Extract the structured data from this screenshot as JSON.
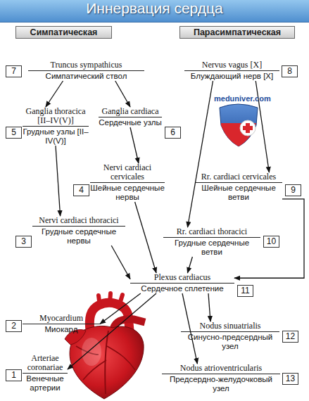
{
  "diagram": {
    "title": "Иннервация сердца",
    "nodes": [
      {
        "text": [
          "Симпатическая"
        ]
      },
      {
        "text": [
          "Парасимпатическая"
        ]
      },
      {
        "text": [
          "Truncus sympathicus",
          "Симпатический ствол"
        ]
      },
      {
        "text": [
          "Nervus vagus [X]",
          "Блуждающий нерв [X]"
        ]
      },
      {
        "text": [
          "Ganglia thoracica [II–IV(V)]",
          "Грудные узлы [II–IV(V)]"
        ]
      },
      {
        "text": [
          "Ganglia cardiaca",
          "Сердечные узлы"
        ]
      },
      {
        "text": [
          "Nervi cardiaci cervicales",
          "Шейные сердечные нервы"
        ]
      },
      {
        "text": [
          "Rr. cardiaci cervicales",
          "Шейные сердечные ветви"
        ]
      },
      {
        "text": [
          "Nervi cardiaci thoracici",
          "Грудные сердечные нервы"
        ]
      },
      {
        "text": [
          "Rr. cardiaci thoracici",
          "Грудные сердечные ветви"
        ]
      },
      {
        "text": [
          "Plexus cardiacus",
          "Сердечное сплетение"
        ]
      },
      {
        "text": [
          "Myocardium",
          "Миокард"
        ]
      },
      {
        "text": [
          "Nodus sinuatrialis",
          "Синусно-предсердный узел"
        ]
      },
      {
        "text": [
          "Arteriae coronariae",
          "Венечные артерии"
        ]
      },
      {
        "text": [
          "Nodus atrioventricularis",
          "Предсердно-желудочковый узел"
        ]
      }
    ],
    "edges": [
      {
        "from": 2,
        "to": 4,
        "arrow": "to"
      },
      {
        "from": 2,
        "to": 5,
        "arrow": "to"
      },
      {
        "from": 4,
        "to": 8,
        "arrow": "to"
      },
      {
        "from": 5,
        "to": 6,
        "arrow": "to"
      },
      {
        "from": 6,
        "to": 10,
        "arrow": "to"
      },
      {
        "from": 8,
        "to": 10,
        "arrow": "to"
      },
      {
        "from": 3,
        "to": 7,
        "arrow": "to"
      },
      {
        "from": 3,
        "to": 9,
        "arrow": "to"
      },
      {
        "from": 9,
        "to": 10,
        "arrow": "to"
      },
      {
        "from": 7,
        "to": 10,
        "arrow": "to"
      },
      {
        "from": 10,
        "to": 11,
        "arrow": "to"
      },
      {
        "from": 10,
        "to": 13,
        "arrow": "to"
      },
      {
        "from": 10,
        "to": 12,
        "arrow": "to"
      },
      {
        "from": 10,
        "to": 14,
        "arrow": "to"
      }
    ],
    "labels": [
      "7",
      "8",
      "5",
      "6",
      "4",
      "9",
      "3",
      "10",
      "11",
      "2",
      "12",
      "1",
      "13",
      "meduniver.com"
    ]
  }
}
